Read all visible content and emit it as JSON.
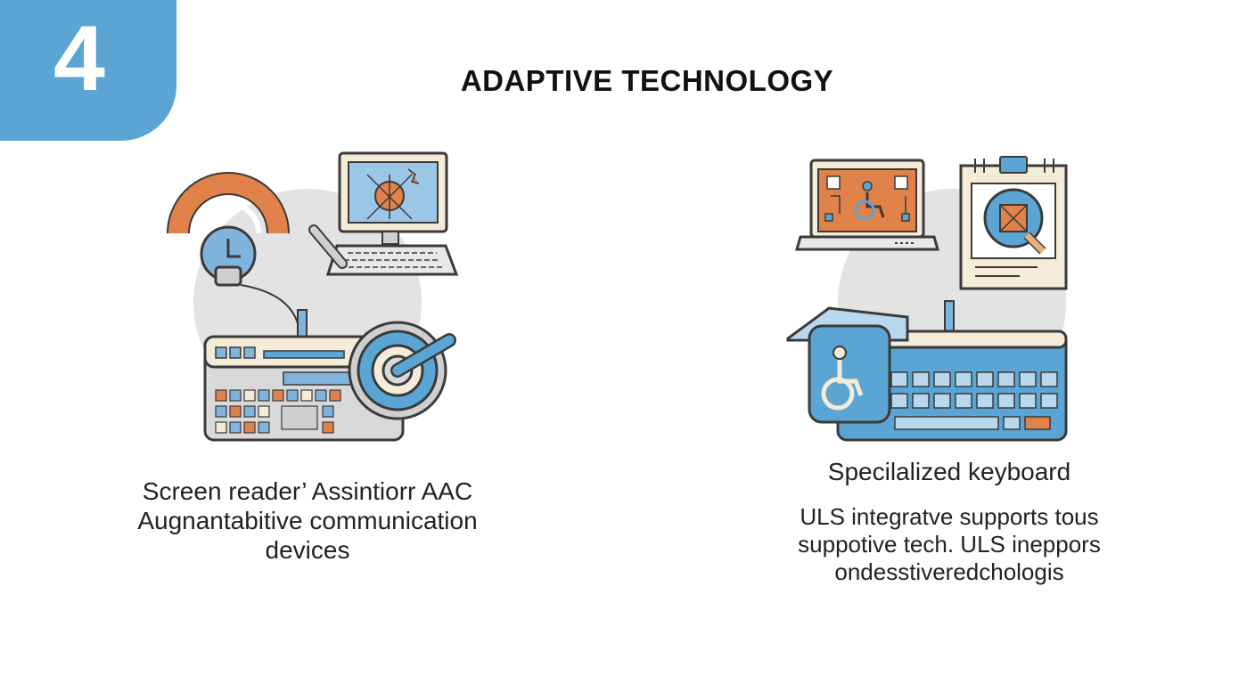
{
  "badge": {
    "number": "4"
  },
  "header": {
    "title": "ADAPTIVE TECHNOLOGY"
  },
  "left_panel": {
    "caption_lines": [
      "Screen reader’ Assintiorr AAC",
      "Augnantabitive communication",
      "devices"
    ]
  },
  "right_panel": {
    "heading": "Specilalized keyboard",
    "caption_lines": [
      "ULS integratve supports tous",
      "suppotive tech. ULS ineppors",
      "ondesstiveredchologis"
    ]
  },
  "colors": {
    "accent_blue": "#5aa5d3",
    "orange": "#e0824a",
    "cream": "#f4ecd8",
    "grey_circle": "#e3e3e3",
    "outline": "#3a3a3a"
  },
  "icons": [
    "headset-icon",
    "computer-icon",
    "stylus-icon",
    "keyboard-icon",
    "trackball-icon",
    "laptop-icon",
    "wheelchair-icon",
    "tablet-icon",
    "accessible-keyboard-icon"
  ]
}
